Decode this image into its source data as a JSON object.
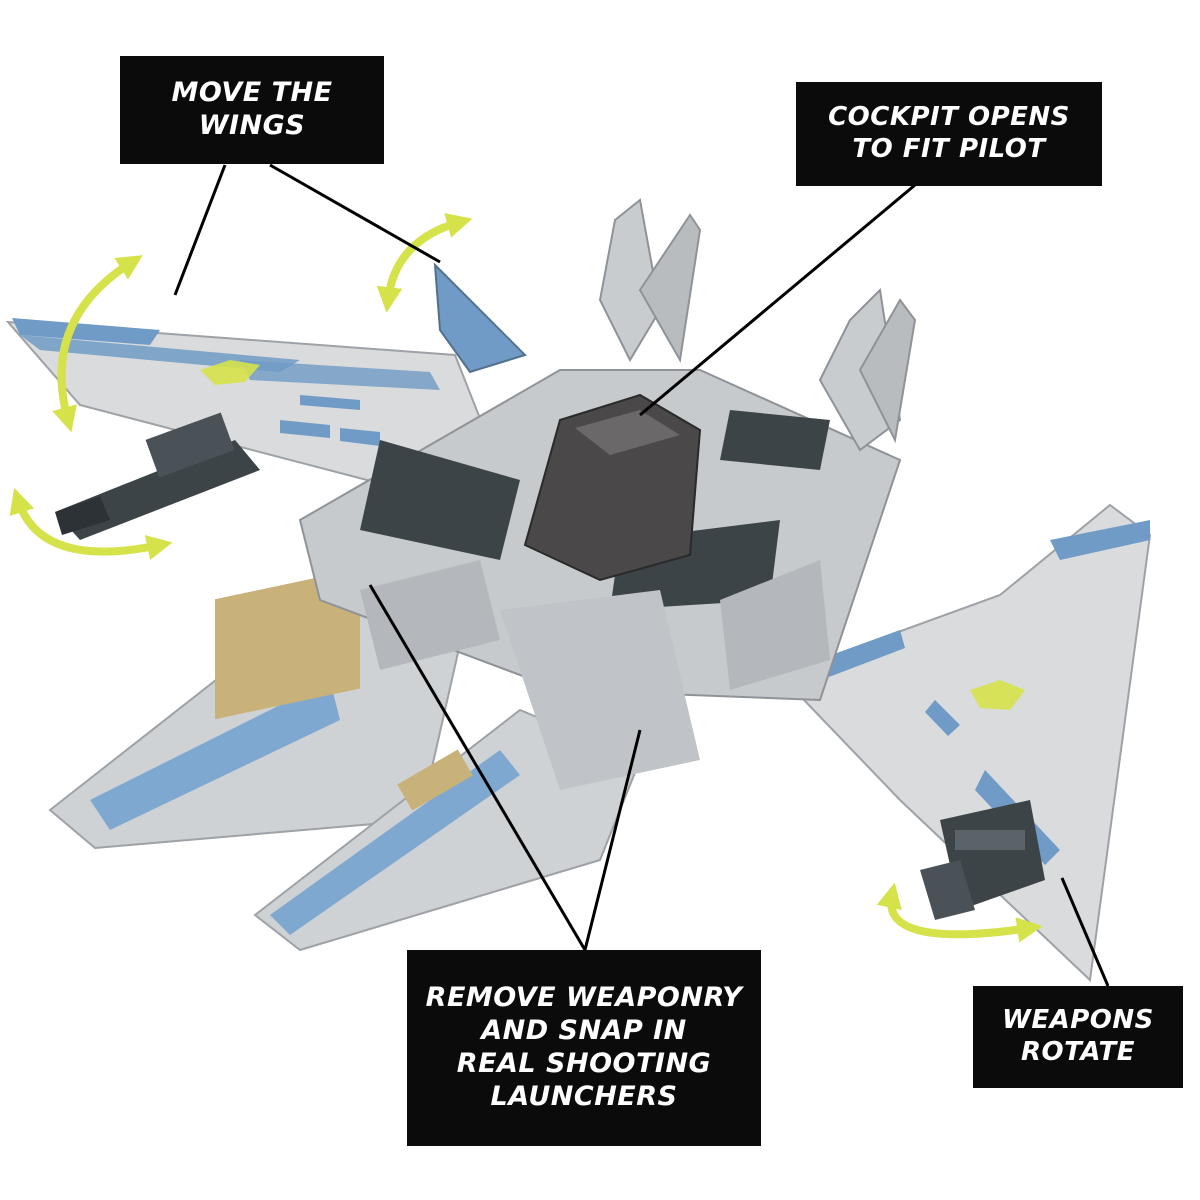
{
  "callouts": {
    "wings": {
      "line1": "MOVE THE",
      "line2": "WINGS"
    },
    "cockpit": {
      "line1": "COCKPIT OPENS",
      "line2": "TO FIT PILOT"
    },
    "weaponry": {
      "line1": "REMOVE WEAPONRY",
      "line2": "AND SNAP IN",
      "line3": "REAL SHOOTING",
      "line4": "LAUNCHERS"
    },
    "rotate": {
      "line1": "WEAPONS",
      "line2": "ROTATE"
    }
  },
  "colors": {
    "callout_bg": "#0b0b0b",
    "callout_text": "#ffffff",
    "arrow": "#d6e24a",
    "hull_light": "#d9dbdd",
    "hull_mid": "#b9bcbf",
    "accent_blue": "#6f9bc6",
    "dark_parts": "#3c4448",
    "cockpit": "#4a4848",
    "gold_panel": "#c9b27a"
  }
}
